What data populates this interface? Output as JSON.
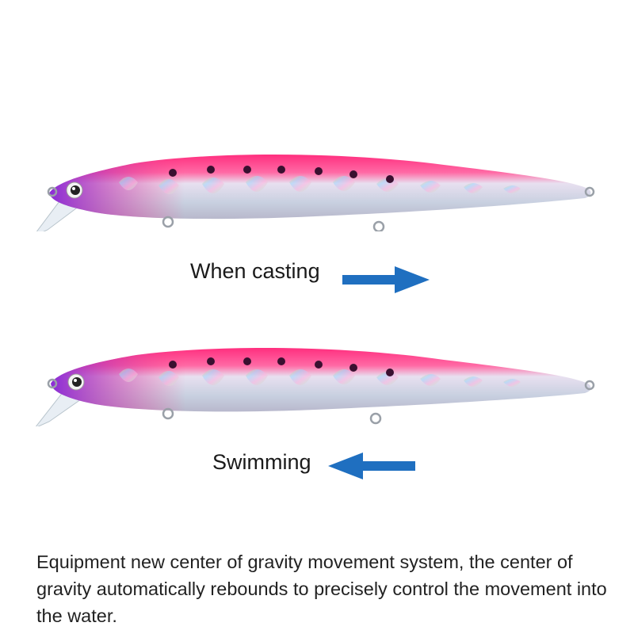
{
  "labels": {
    "casting": "When casting",
    "swimming": "Swimming"
  },
  "description": "Equipment new center of gravity movement system, the center of gravity automatically rebounds to precisely control the movement into the water.",
  "icons": {
    "right": "arrow-right-icon",
    "left": "arrow-left-icon"
  },
  "colors": {
    "arrow": "#1f6fc0",
    "lure_back": "#ff2e7e",
    "lure_nose": "#8a2bd6",
    "lure_belly": "#d8d8e6"
  }
}
